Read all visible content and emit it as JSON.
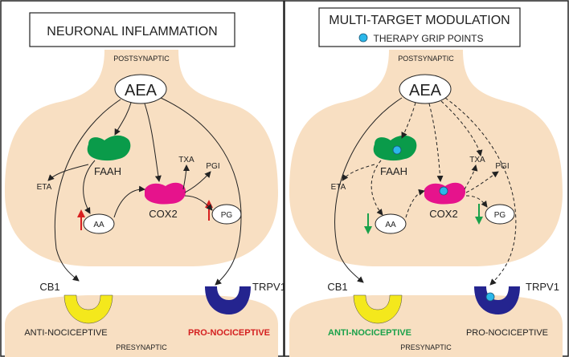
{
  "colors": {
    "cell_fill": "#f8dfc2",
    "faah": "#0a9b4a",
    "cox2": "#e6138c",
    "cb1": "#f4e81c",
    "trpv1": "#24248f",
    "therapy_dot": "#2bb7ea",
    "increase_arrow": "#d72020",
    "decrease_arrow": "#1aa14a",
    "pro_nociceptive_highlight": "#d42020",
    "anti_nociceptive_highlight": "#1aa14a"
  },
  "left_panel": {
    "title": "NEURONAL INFLAMMATION",
    "postsynaptic_label": "POSTSYNAPTIC",
    "presynaptic_label": "PRESYNAPTIC",
    "aea_label": "AEA",
    "faah_label": "FAAH",
    "cox2_label": "COX2",
    "eta_label": "ETA",
    "txa_label": "TXA",
    "pgi_label": "PGI",
    "aa_label": "AA",
    "pg_label": "PG",
    "cb1_label": "CB1",
    "trpv1_label": "TRPV1",
    "anti_nociceptive_label": "ANTI-NOCICEPTIVE",
    "pro_nociceptive_label": "PRO-NOCICEPTIVE",
    "aa_change": "increase",
    "pg_change": "increase"
  },
  "right_panel": {
    "title": "MULTI-TARGET MODULATION",
    "legend_label": "THERAPY GRIP POINTS",
    "postsynaptic_label": "POSTSYNAPTIC",
    "presynaptic_label": "PRESYNAPTIC",
    "aea_label": "AEA",
    "faah_label": "FAAH",
    "cox2_label": "COX2",
    "eta_label": "ETA",
    "txa_label": "TXA",
    "pgi_label": "PGI",
    "aa_label": "AA",
    "pg_label": "PG",
    "cb1_label": "CB1",
    "trpv1_label": "TRPV1",
    "anti_nociceptive_label": "ANTI-NOCICEPTIVE",
    "pro_nociceptive_label": "PRO-NOCICEPTIVE",
    "aa_change": "decrease",
    "pg_change": "decrease"
  }
}
